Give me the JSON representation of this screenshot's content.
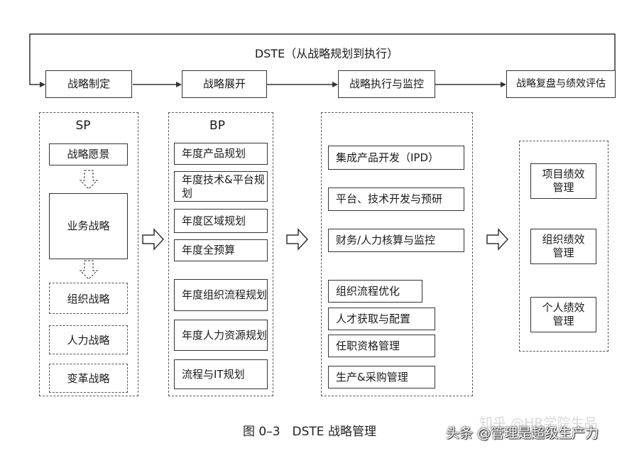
{
  "loop_label": "DSTE（从战略规划到执行）",
  "stages": [
    "战略制定",
    "战略展开",
    "战略执行与监控",
    "战略复盘与绩效评估"
  ],
  "sp": {
    "title": "SP",
    "items": [
      "战略愿景",
      "业务战略",
      "组织战略",
      "人力战略",
      "变革战略"
    ]
  },
  "bp": {
    "title": "BP",
    "items": [
      "年度产品规划",
      "年度技术&平台规划",
      "年度区域规划",
      "年度全预算",
      "年度组织流程规划",
      "年度人力资源规划",
      "流程与IT规划"
    ]
  },
  "exec": {
    "items": [
      "集成产品开发（IPD）",
      "平台、技术开发与预研",
      "财务/人力核算与监控",
      "组织流程优化",
      "人才获取与配置",
      "任职资格管理",
      "生产&采购管理"
    ]
  },
  "review": {
    "items": [
      "项目绩效管理",
      "组织绩效管理",
      "个人绩效管理"
    ]
  },
  "caption": "图 0–3　DSTE 战略管理",
  "watermark": "头条 @管理是超级生产力",
  "watermark2": "知乎 @HR学院生品"
}
